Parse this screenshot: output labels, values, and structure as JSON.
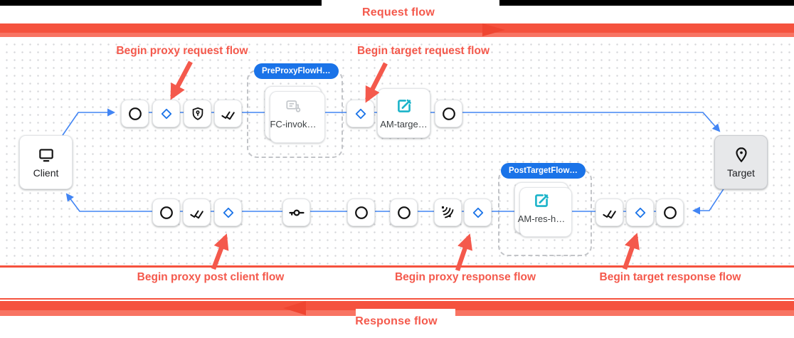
{
  "annotations": {
    "request_flow": "Request flow",
    "response_flow": "Response flow",
    "begin_proxy_request": "Begin proxy request flow",
    "begin_target_request": "Begin target request flow",
    "begin_proxy_post_client": "Begin proxy post client flow",
    "begin_proxy_response": "Begin proxy response flow",
    "begin_target_response": "Begin target response flow"
  },
  "diagram": {
    "client_label": "Client",
    "target_label": "Target",
    "badges": {
      "pre_proxy": "PreProxyFlowH…",
      "post_target": "PostTargetFlow…"
    },
    "cards": {
      "fc_invoke": "FC-invok…",
      "am_target": "AM-targe…",
      "am_response": "AM-res-h…"
    },
    "icons": {
      "client": "monitor-icon",
      "target": "location-pin-icon",
      "step_circle": "circle-icon",
      "step_diamond": "diamond-icon",
      "shield": "shield-key-icon",
      "double_check": "double-check-icon",
      "key": "key-icon",
      "waves": "signal-waves-icon",
      "edit": "edit-pencil-icon",
      "flow_callout": "flow-callout-icon"
    }
  },
  "colors": {
    "annotation_red": "#f4594c",
    "bar_red": "#f5523e",
    "bar_red_light": "#f87463",
    "flow_line_blue": "#4285f4",
    "accent_blue": "#1a73e8",
    "edit_teal": "#1ab3c9"
  }
}
